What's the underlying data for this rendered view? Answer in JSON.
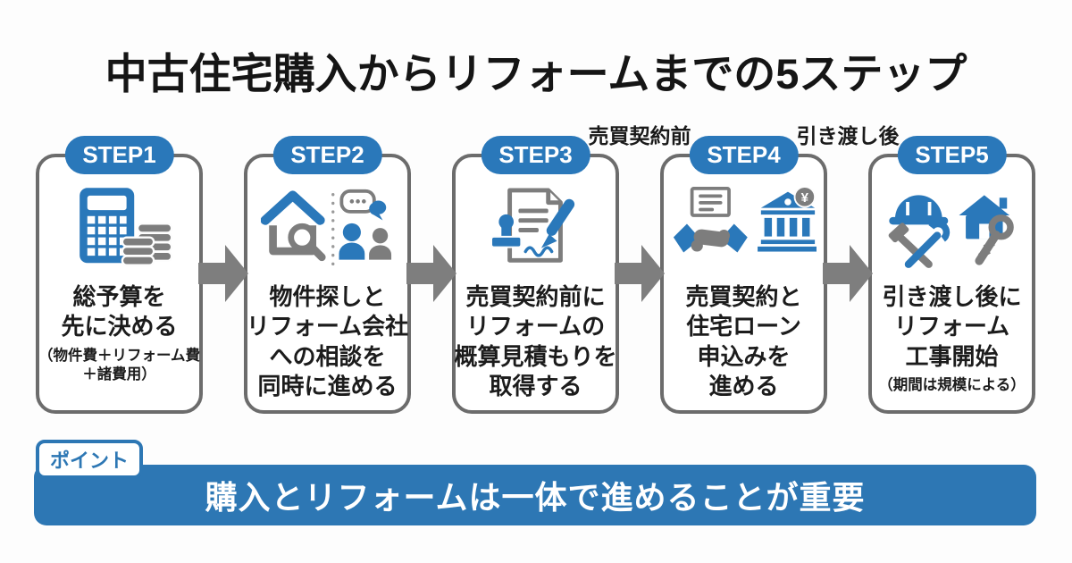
{
  "page": {
    "title": "中古住宅購入からリフォームまでの5ステップ"
  },
  "colors": {
    "accent_blue": "#2a78ba",
    "banner_blue": "#2d77b4",
    "icon_gray": "#7d7d7d",
    "arrow_gray": "#7e7e7e",
    "card_border_gray": "#6c6c6c",
    "text_black": "#1c1c1c",
    "white": "#ffffff"
  },
  "steps": [
    {
      "badge": "STEP1",
      "icon": "calculator-and-coins-icon",
      "line1": "総予算を",
      "line2": "先に決める",
      "note1": "（物件費＋リフォーム費",
      "note2": "＋諸費用）"
    },
    {
      "badge": "STEP2",
      "icon": "house-search-and-consultation-icon",
      "line1": "物件探しと",
      "line2": "リフォーム会社",
      "line3": "への相談を",
      "line4": "同時に進める"
    },
    {
      "badge": "STEP3",
      "icon": "contract-stamp-and-pen-icon",
      "line1": "売買契約前に",
      "line2": "リフォームの",
      "line3": "概算見積もりを",
      "line4": "取得する"
    },
    {
      "badge": "STEP4",
      "icon": "handshake-and-bank-icon",
      "line1": "売買契約と",
      "line2": "住宅ローン",
      "line3": "申込みを",
      "line4": "進める"
    },
    {
      "badge": "STEP5",
      "icon": "construction-and-house-key-icon",
      "line1": "引き渡し後に",
      "line2": "リフォーム",
      "line3": "工事開始",
      "note1": "（期間は規模による）"
    }
  ],
  "annotations": {
    "before_contract": "売買契約前",
    "after_handover": "引き渡し後"
  },
  "point": {
    "label": "ポイント",
    "message": "購入とリフォームは一体で進めることが重要"
  }
}
